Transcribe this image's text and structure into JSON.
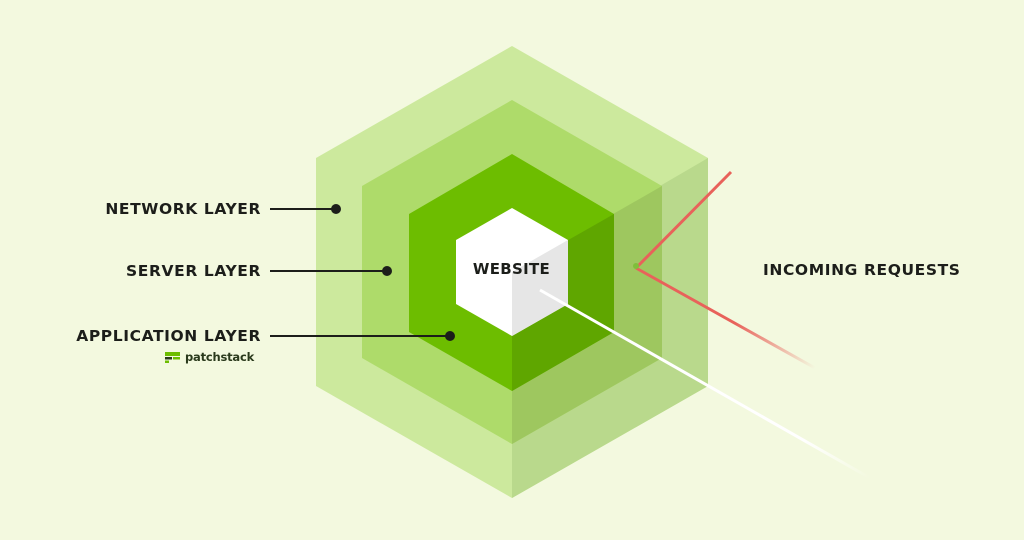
{
  "labels": {
    "network": "NETWORK LAYER",
    "server": "SERVER LAYER",
    "application": "APPLICATION LAYER",
    "incoming": "INCOMING REQUESTS",
    "website": "WEBSITE"
  },
  "brand": {
    "name": "patchstack",
    "icon": "patchstack-logo-icon"
  },
  "colors": {
    "background": "#f3f9df",
    "network_layer": "#cce99d",
    "server_layer": "#aedb6a",
    "application_layer": "#6dbd00",
    "website": "#ffffff",
    "incoming_request": "#e8625a"
  }
}
